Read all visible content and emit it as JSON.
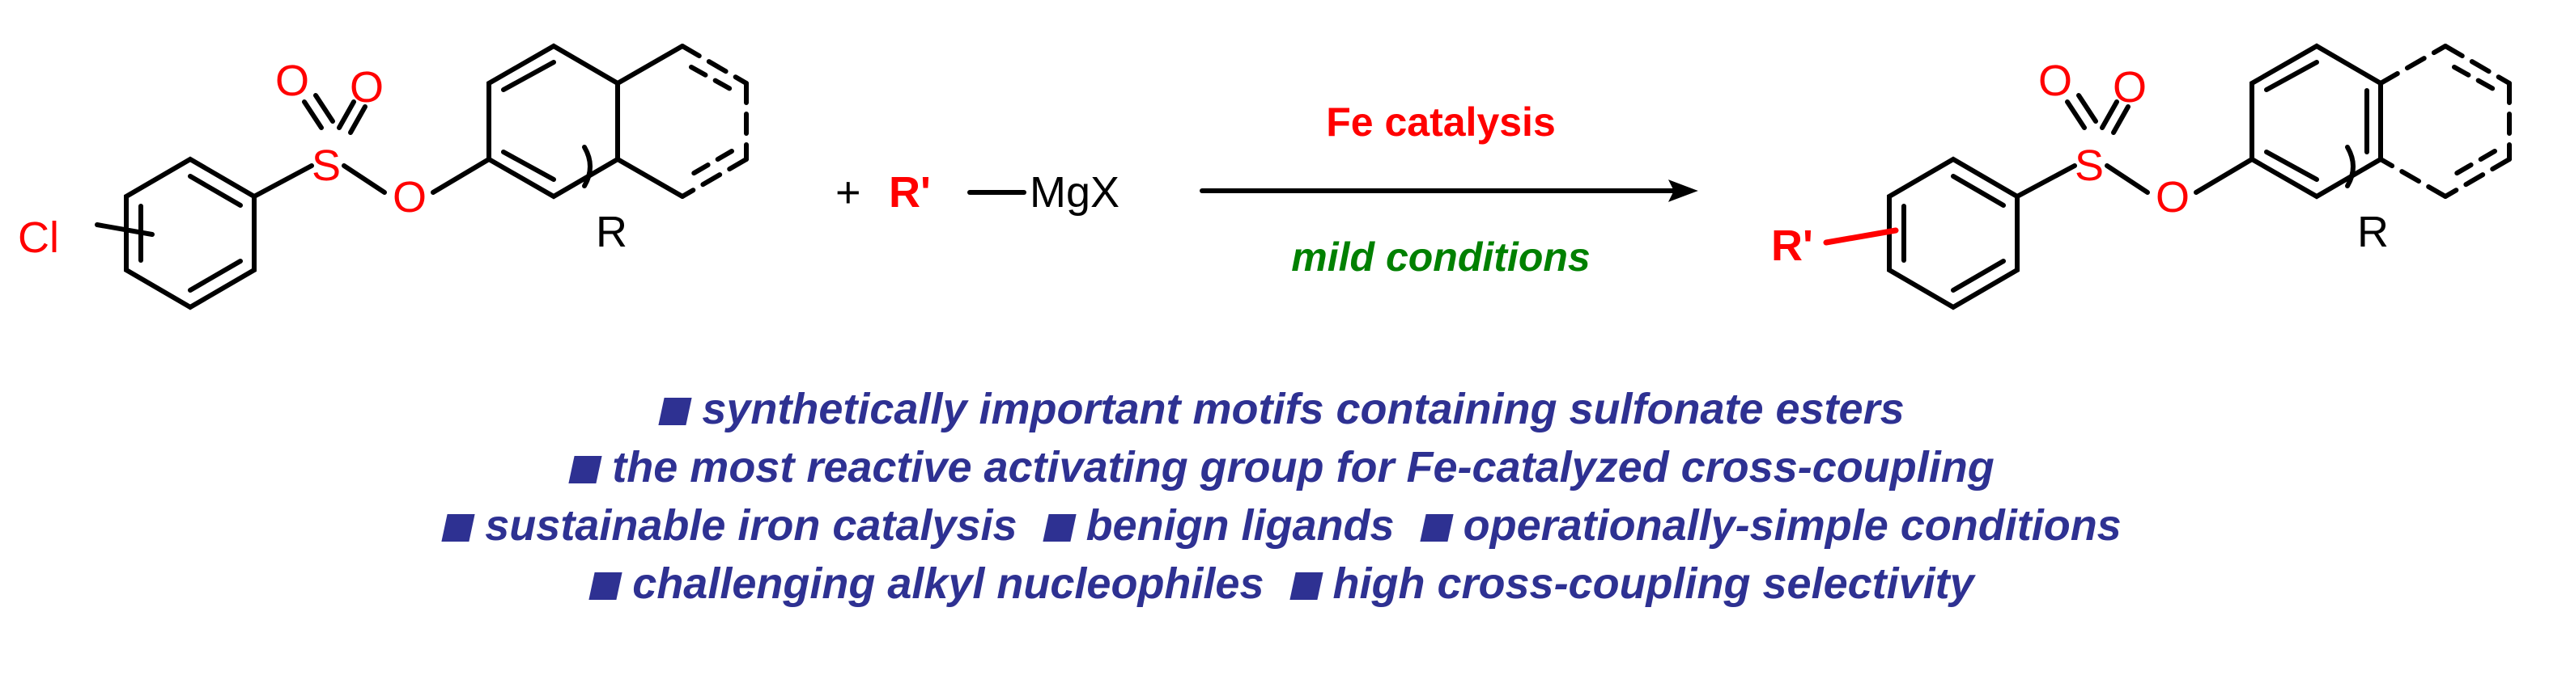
{
  "scheme": {
    "reactant": {
      "halogen": "Cl",
      "sulfur": "S",
      "ester_oxygen": "O",
      "oxo_oxygen_1": "O",
      "oxo_oxygen_2": "O",
      "substituent": "R"
    },
    "plus": "+",
    "reagent": {
      "group": "R'",
      "metal": "MgX"
    },
    "arrow": {
      "above": "Fe catalysis",
      "below": "mild conditions"
    },
    "product": {
      "group": "R'",
      "sulfur": "S",
      "ester_oxygen": "O",
      "oxo_oxygen_1": "O",
      "oxo_oxygen_2": "O",
      "substituent": "R"
    }
  },
  "highlights": [
    [
      "synthetically important motifs containing sulfonate esters"
    ],
    [
      "the most reactive activating group for Fe-catalyzed cross-coupling"
    ],
    [
      "sustainable iron catalysis",
      "benign ligands",
      "operationally-simple conditions"
    ],
    [
      "challenging alkyl nucleophiles",
      "high cross-coupling selectivity"
    ]
  ],
  "colors": {
    "heteroatom": "#ff0000",
    "condition_top": "#ff0000",
    "condition_bottom": "#008000",
    "bullet_text": "#2e3192",
    "bonds": "#000000"
  }
}
